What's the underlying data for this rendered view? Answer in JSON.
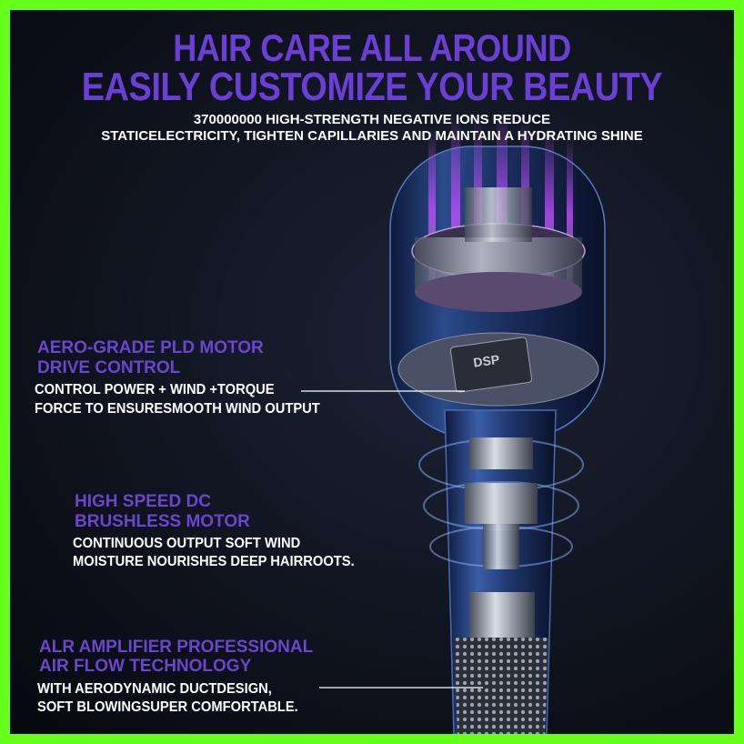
{
  "header": {
    "title_line1": "HAIR CARE ALL AROUND",
    "title_line2": "EASILY CUSTOMIZE YOUR BEAUTY",
    "subtitle_line1": "370000000 HIGH-STRENGTH NEGATIVE IONS REDUCE",
    "subtitle_line2": "STATICELECTRICITY, TIGHTEN CAPILLARIES AND MAINTAIN A HYDRATING SHINE"
  },
  "features": [
    {
      "title_line1": "AERO-GRADE PLD MOTOR",
      "title_line2": "DRIVE CONTROL",
      "desc_line1": "CONTROL POWER + WIND +TORQUE",
      "desc_line2": "FORCE TO ENSURESMOOTH WIND OUTPUT"
    },
    {
      "title_line1": "HIGH SPEED DC",
      "title_line2": "BRUSHLESS MOTOR",
      "desc_line1": "CONTINUOUS OUTPUT SOFT WIND",
      "desc_line2": "MOISTURE NOURISHES DEEP HAIRROOTS."
    },
    {
      "title_line1": "ALR AMPLIFIER PROFESSIONAL",
      "title_line2": "AIR FLOW TECHNOLOGY",
      "desc_line1": "WITH AERODYNAMIC DUCTDESIGN,",
      "desc_line2": "SOFT BLOWINGSUPER COMFORTABLE."
    }
  ],
  "chip_label": "DSP",
  "colors": {
    "border": "#66ff1a",
    "accent_purple": "#6b3fd6",
    "glow_purple": "#c04dff",
    "text_white": "#ffffff"
  }
}
